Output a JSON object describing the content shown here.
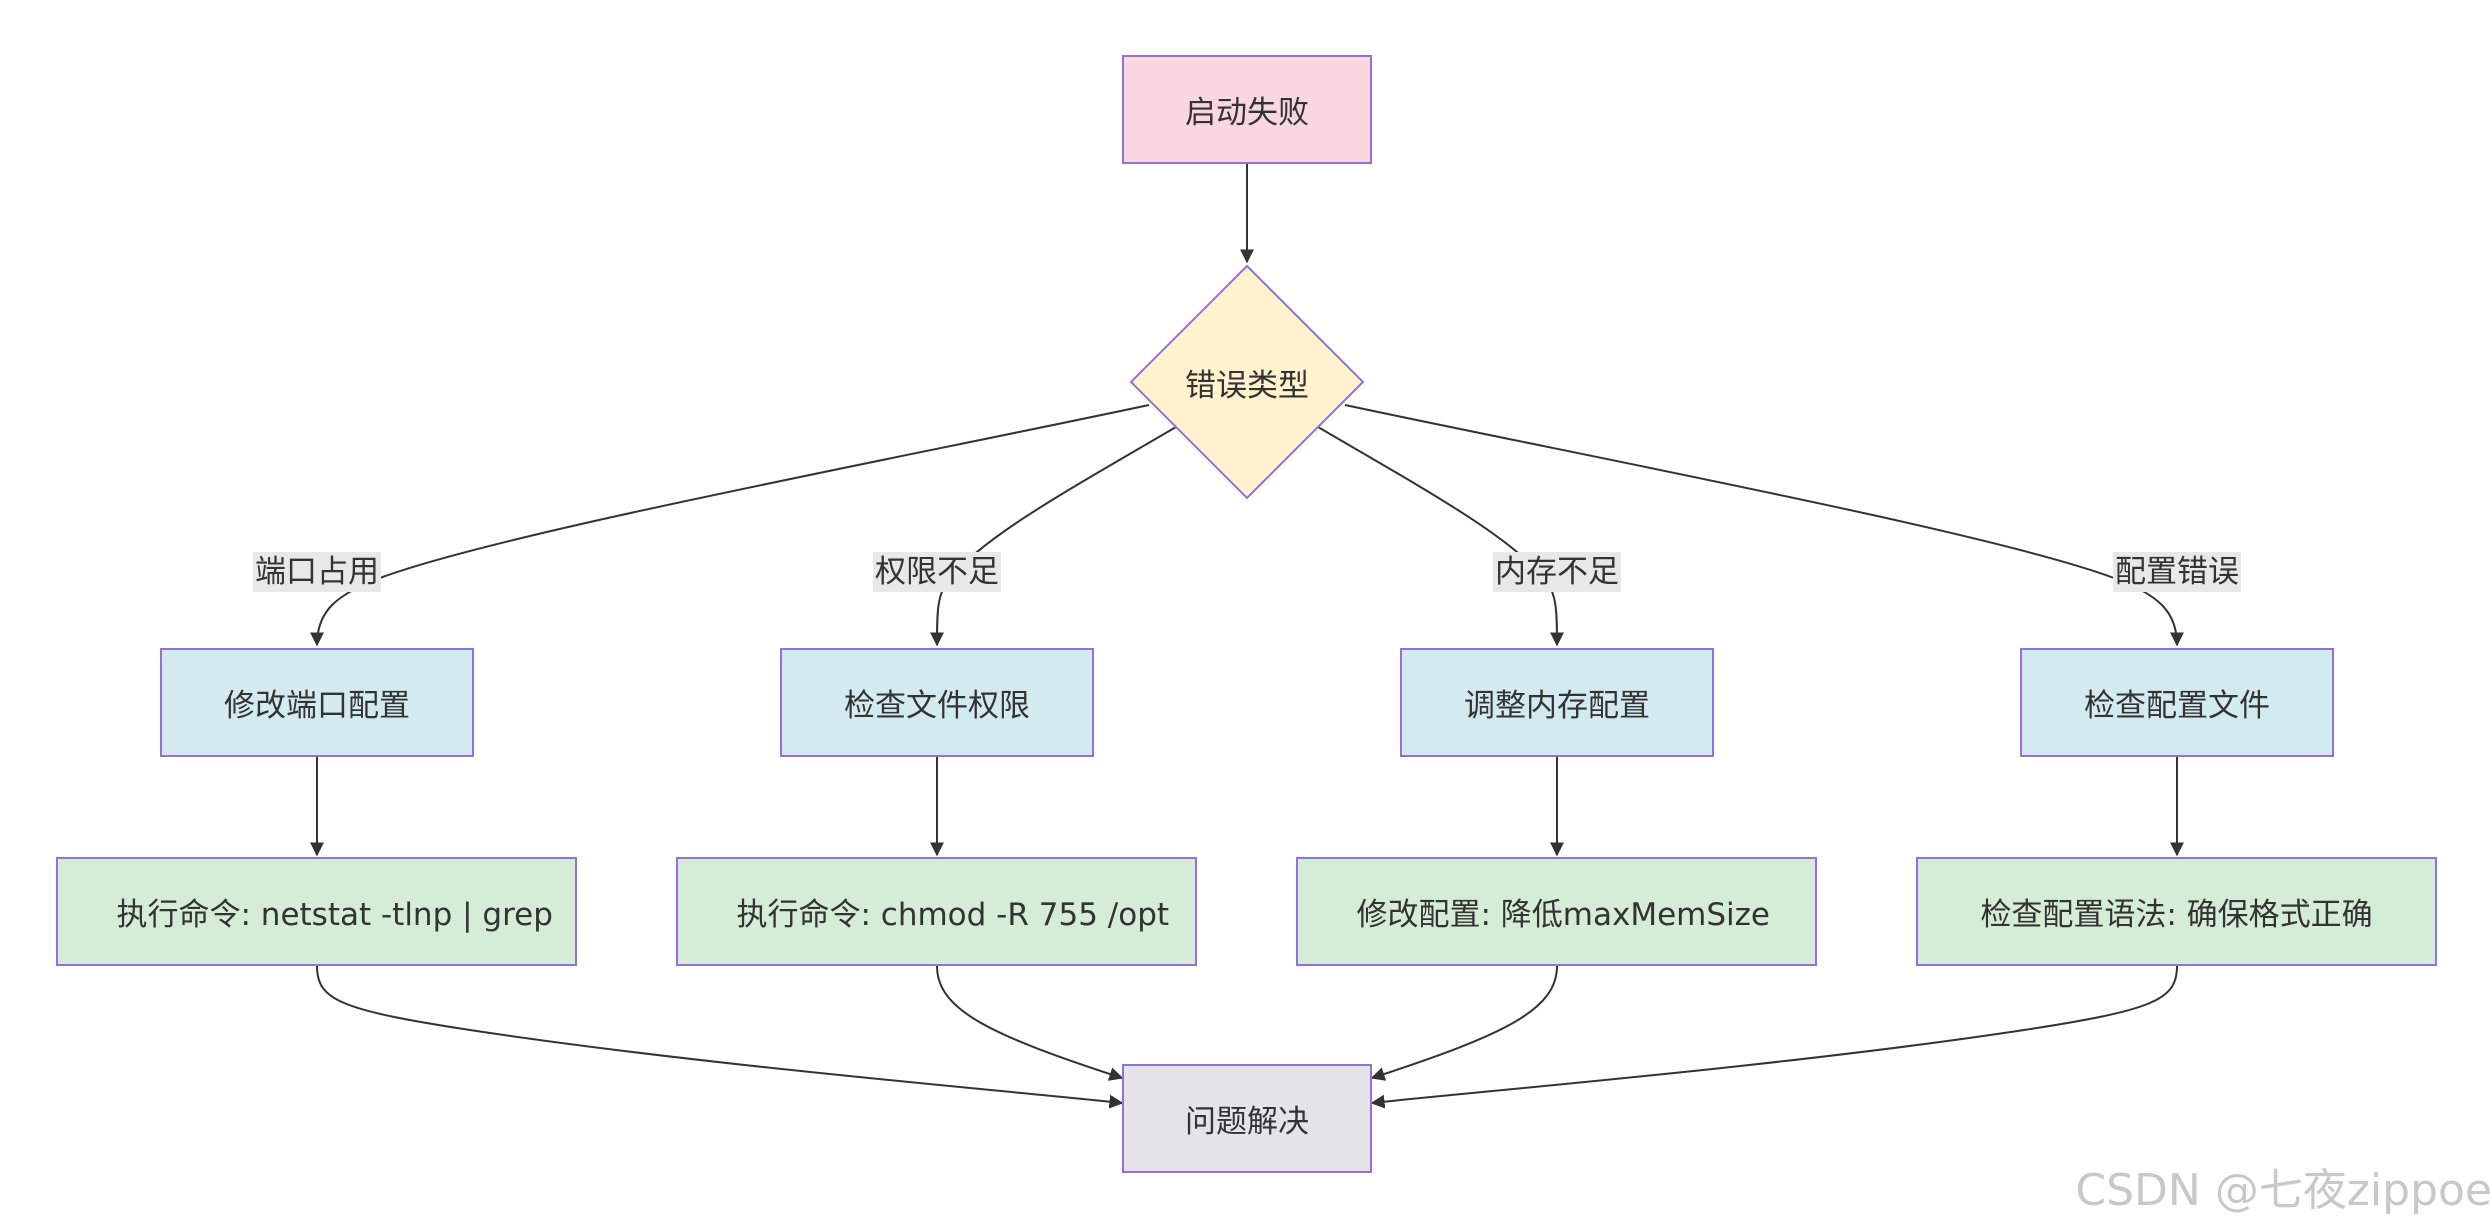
{
  "nodes": {
    "start": "启动失败",
    "decision": "错误类型",
    "fix_port": "修改端口配置",
    "check_perm": "检查文件权限",
    "adjust_mem": "调整内存配置",
    "check_conf": "检查配置文件",
    "cmd_port": "执行命令: netstat -tlnp | grep",
    "cmd_perm": "执行命令: chmod -R 755 /opt",
    "cmd_mem": "修改配置: 降低maxMemSize",
    "cmd_conf": "检查配置语法: 确保格式正确",
    "resolved": "问题解决"
  },
  "edge_labels": {
    "port": "端口占用",
    "perm": "权限不足",
    "mem": "内存不足",
    "conf": "配置错误"
  },
  "colors": {
    "start_fill": "#f8d7de",
    "decision_fill": "#fff2cc",
    "step_fill": "#d3ebf0",
    "cmd_fill": "#d5ecd7",
    "end_fill": "#e3e3e8",
    "stroke": "#9370db",
    "edge": "#333333",
    "edge_label_bg": "#e8e8e8"
  },
  "watermark": "CSDN @七夜zippoe"
}
